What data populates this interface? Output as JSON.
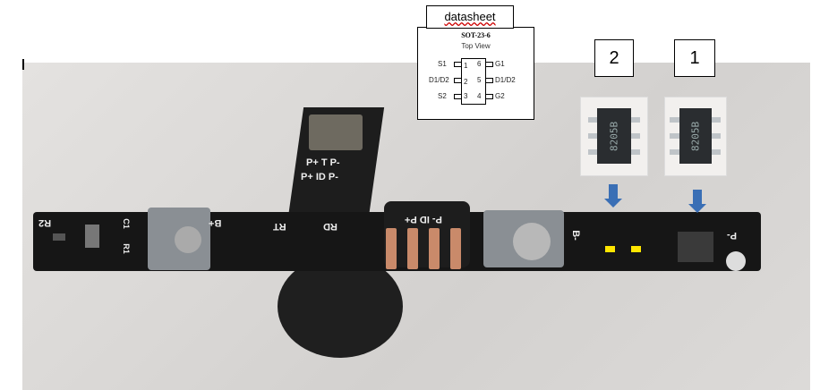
{
  "datasheet": {
    "label": "datasheet",
    "package": "SOT-23-6",
    "view": "Top View",
    "pins_left": [
      {
        "name": "S1",
        "num": "1"
      },
      {
        "name": "D1/D2",
        "num": "2"
      },
      {
        "name": "S2",
        "num": "3"
      }
    ],
    "pins_right": [
      {
        "name": "G1",
        "num": "6"
      },
      {
        "name": "D1/D2",
        "num": "5"
      },
      {
        "name": "G2",
        "num": "4"
      }
    ]
  },
  "labels": {
    "chip2": "2",
    "chip1": "1"
  },
  "chip_marking": "8205B",
  "pcb_silkscreen": {
    "r2": "R2",
    "r1": "R1",
    "c1": "C1",
    "b_plus": "B+",
    "rt": "RT",
    "rd": "RD",
    "connector": "P- ID P+",
    "b_minus": "B-",
    "p_minus": "P-",
    "flex1": "P+ T P-",
    "flex2": "P+ ID P-"
  },
  "colors": {
    "arrow": "#3a6fb5",
    "highlight": "#ffe600",
    "pcb": "#161616"
  }
}
